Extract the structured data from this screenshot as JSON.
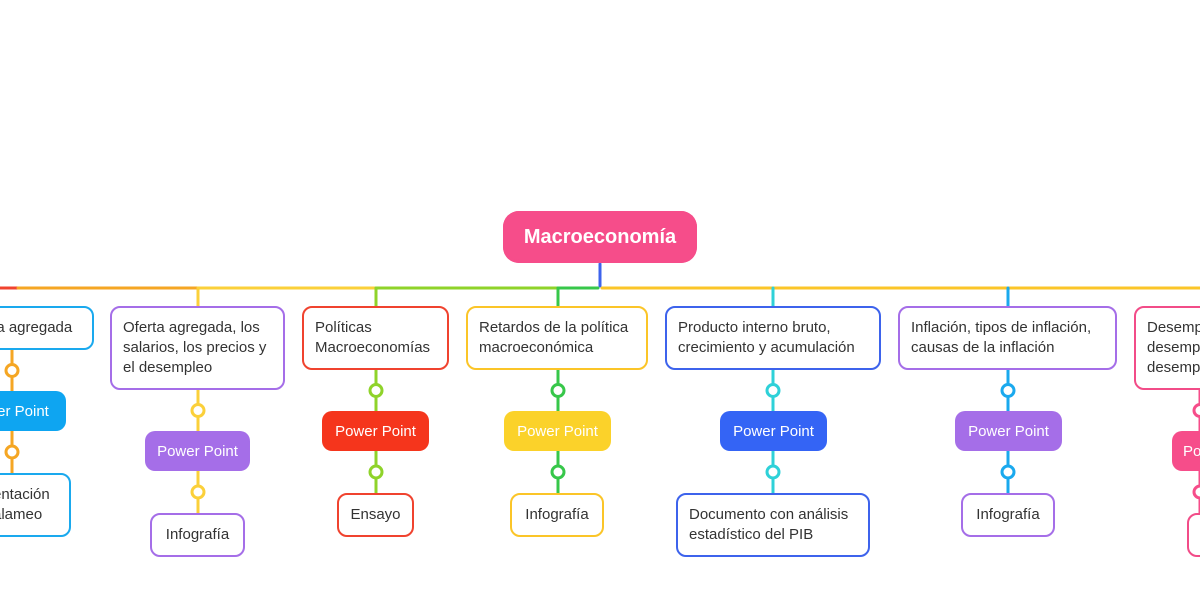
{
  "root": {
    "label": "Macroeconomía",
    "color": "#f64d8a"
  },
  "branches": [
    {
      "topic": "la agregada",
      "color": "#1aa9ee",
      "badge": "er Point",
      "badge_color": "#0ea5f1",
      "leaf": "entación\nalameo",
      "wire_color": "#f5a623"
    },
    {
      "topic": "Oferta agregada, los\nsalarios, los precios y\nel desempleo",
      "color": "#a56ee8",
      "badge": "Power Point",
      "badge_color": "#a56ee8",
      "leaf": "Infografía",
      "wire_color": "#fbd03a"
    },
    {
      "topic": "Políticas\nMacroeconomías",
      "color": "#f0432f",
      "badge": "Power Point",
      "badge_color": "#f5351c",
      "leaf": "Ensayo",
      "wire_color": "#8fd32a"
    },
    {
      "topic": "Retardos de la política\nmacroeconómica",
      "color": "#fbc528",
      "badge": "Power Point",
      "badge_color": "#fbd22a",
      "leaf": "Infografía",
      "wire_color": "#37c74a"
    },
    {
      "topic": "Producto interno bruto,\ncrecimiento y acumulación",
      "color": "#3d63ec",
      "badge": "Power Point",
      "badge_color": "#3464f5",
      "leaf": "Documento con análisis\nestadístico del PIB",
      "wire_color": "#2ed1d8"
    },
    {
      "topic": "Inflación, tipos de inflación,\ncausas de la inflación",
      "color": "#a56ee8",
      "badge": "Power Point",
      "badge_color": "#a56ee8",
      "leaf": "Infografía",
      "wire_color": "#1aa9ee"
    },
    {
      "topic": "Desemp\ndesemp\ndesemp",
      "color": "#f24c88",
      "badge": "Po",
      "badge_color": "#f64d8a",
      "leaf": "",
      "wire_color": "#f64d8a"
    }
  ],
  "trunk_color": "#3d63ec",
  "rail_colors": [
    "#f0432f",
    "#f5a623",
    "#fbd03a",
    "#8fd32a",
    "#37c74a",
    "#fbc528"
  ]
}
